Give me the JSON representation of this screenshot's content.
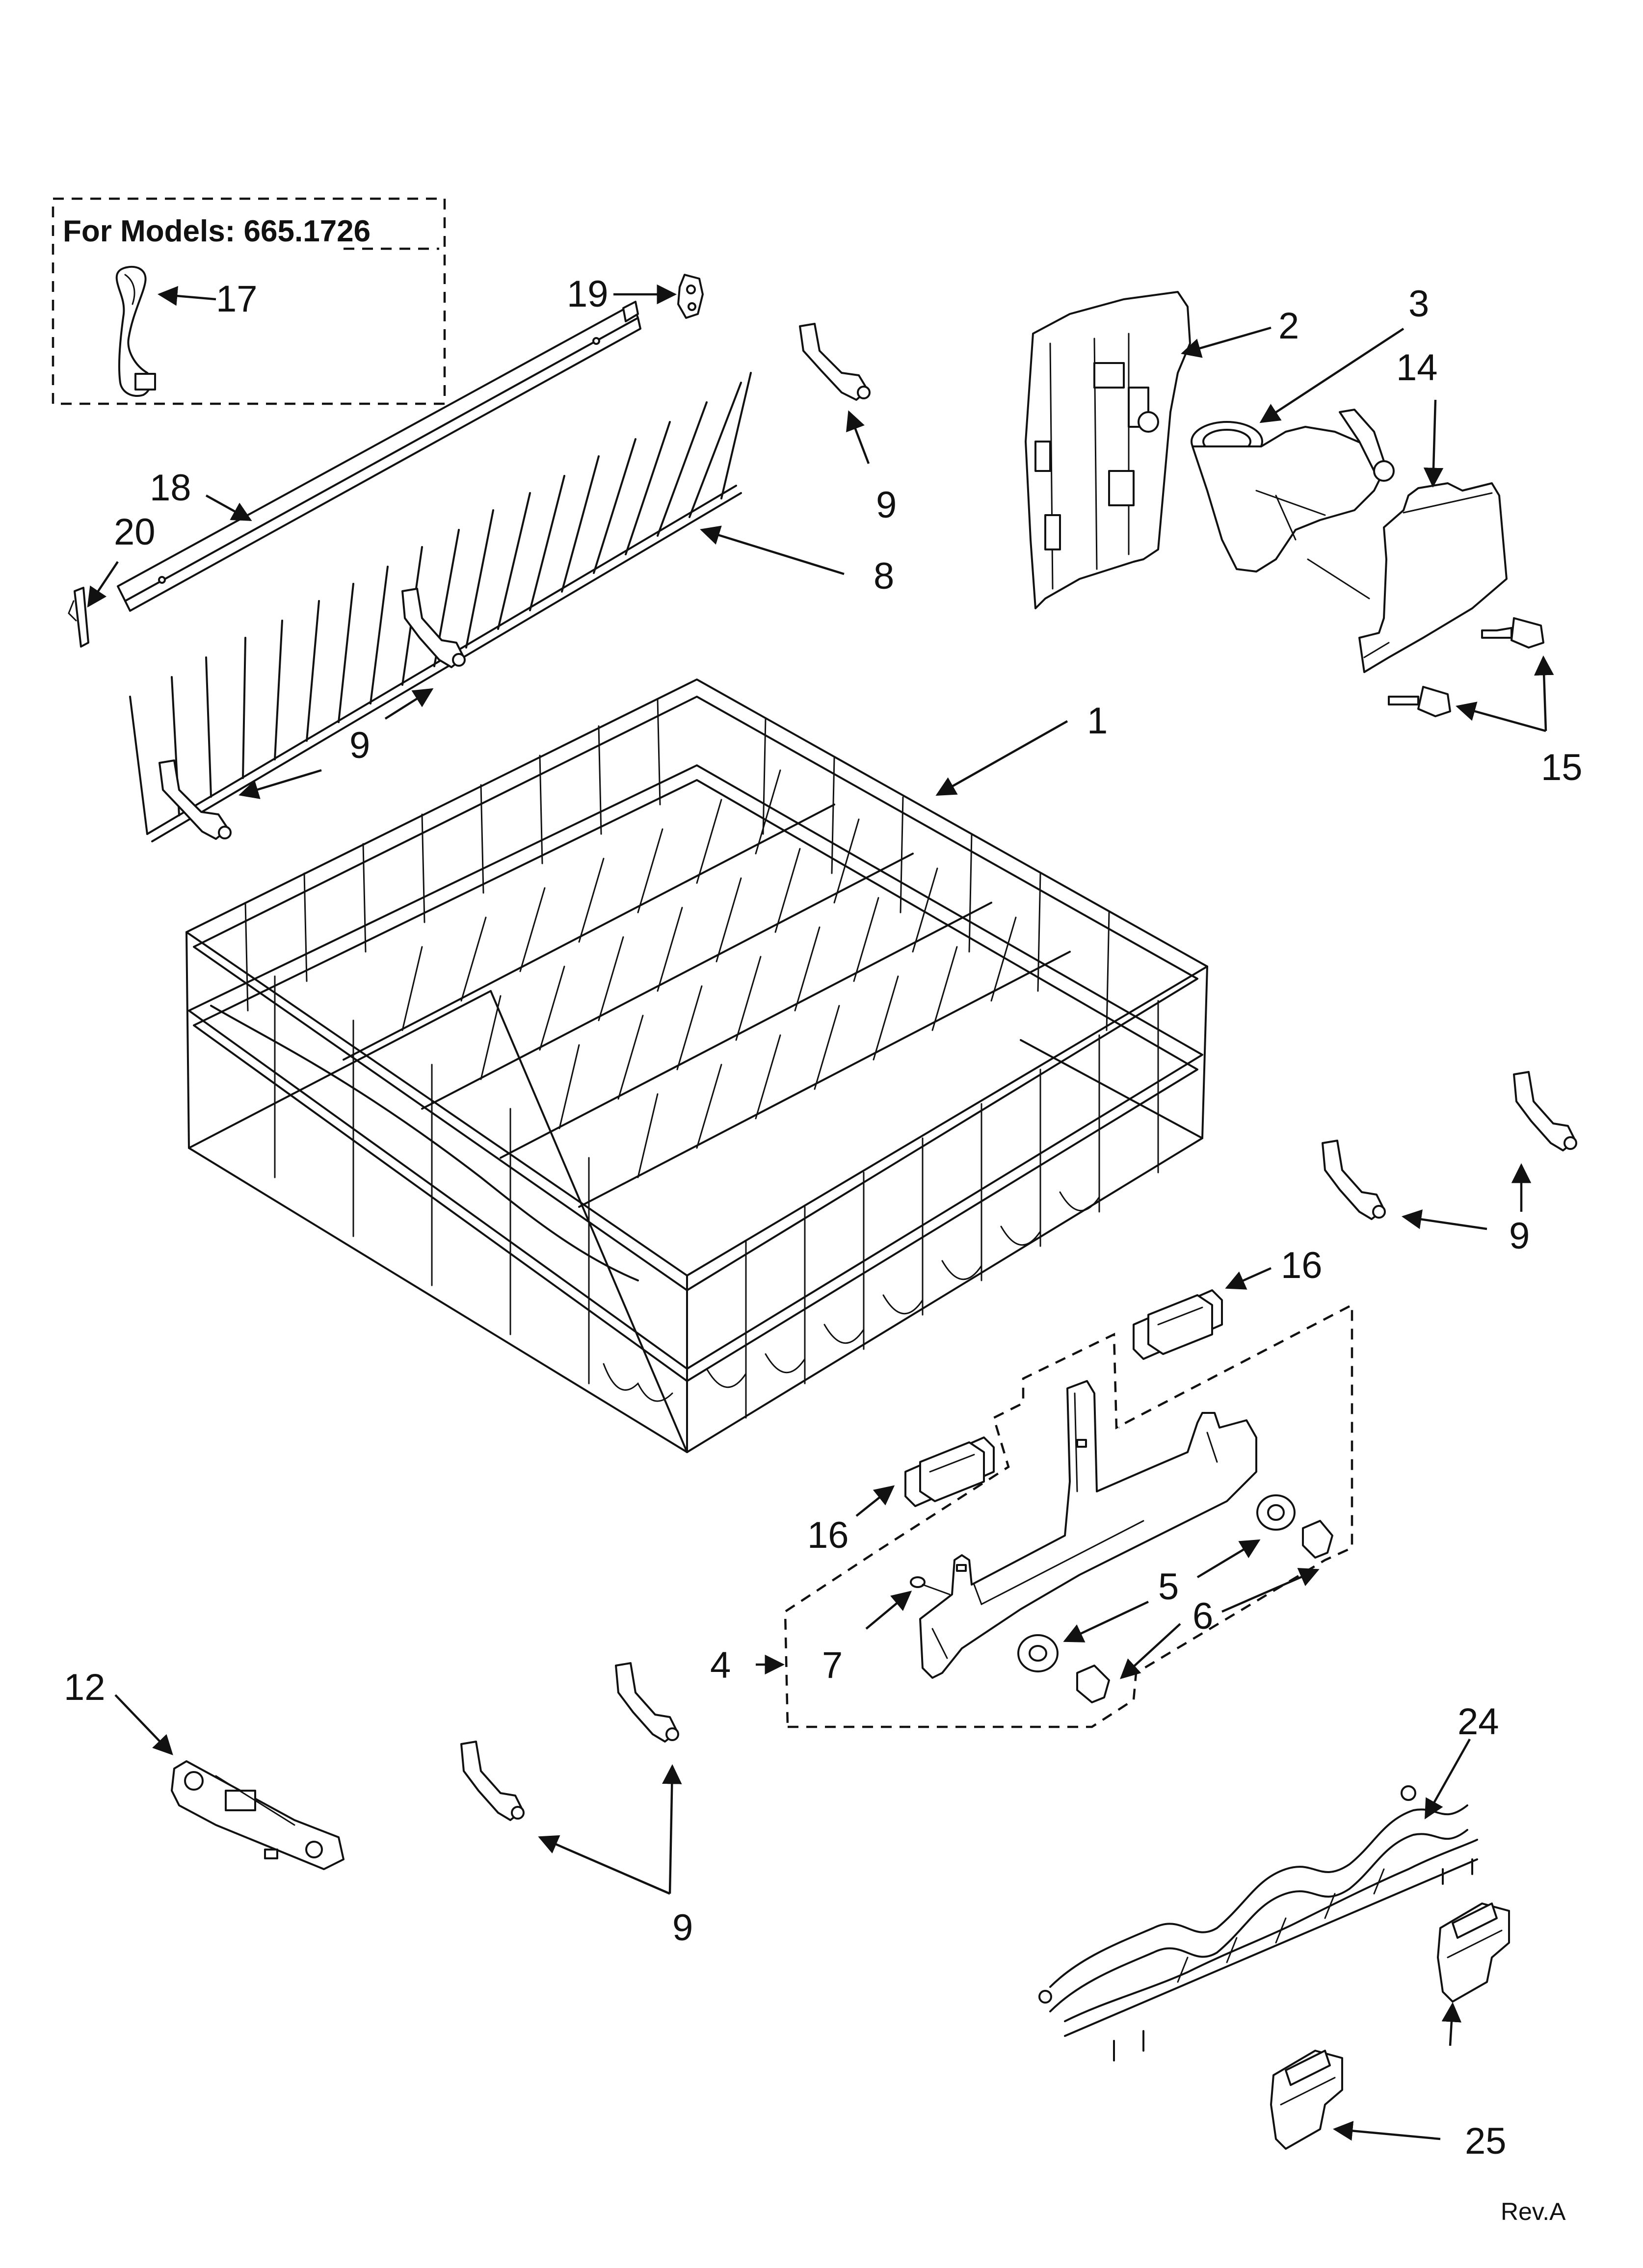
{
  "inset": {
    "title": "For Models: 665.1726"
  },
  "callouts": {
    "c1": "1",
    "c2": "2",
    "c3": "3",
    "c4": "4",
    "c5": "5",
    "c5b": "6",
    "c6": "6",
    "c7": "7",
    "c8": "8",
    "c9a": "9",
    "c9b": "9",
    "c9c": "9",
    "c9d": "9",
    "c12": "12",
    "c14": "14",
    "c15": "15",
    "c16a": "16",
    "c16b": "16",
    "c17": "17",
    "c18": "18",
    "c19": "19",
    "c20": "20",
    "c24": "24",
    "c25": "25"
  },
  "revision": "Rev.A"
}
